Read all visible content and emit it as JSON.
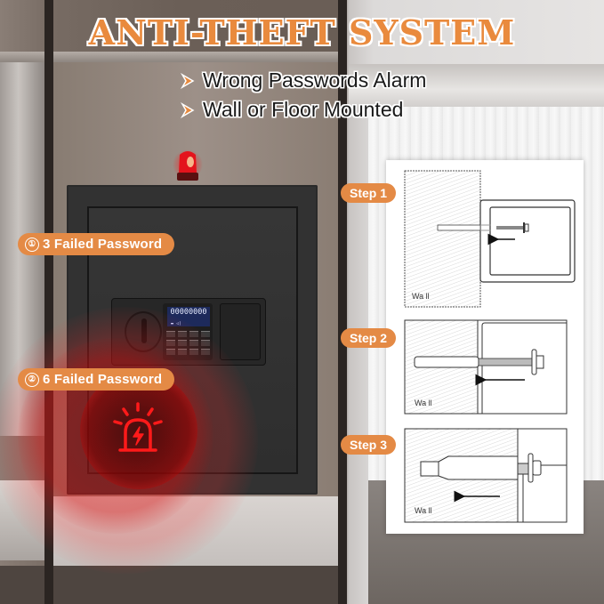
{
  "header": {
    "title": "ANTI-THEFT SYSTEM",
    "bullets": [
      {
        "icon": "chevron-right-icon",
        "text": "Wrong Passwords Alarm"
      },
      {
        "icon": "chevron-right-icon",
        "text": "Wall or Floor Mounted"
      }
    ]
  },
  "safe": {
    "lcd_display": "00000000",
    "alerts": [
      {
        "number": "①",
        "label": "3 Failed Password"
      },
      {
        "number": "②",
        "label": "6 Failed Password"
      }
    ],
    "alarm_icon": "siren-alarm-icon"
  },
  "installation": {
    "steps": [
      {
        "label": "Step 1",
        "wall_label": "Wa ll"
      },
      {
        "label": "Step 2",
        "wall_label": "Wa ll"
      },
      {
        "label": "Step 3",
        "wall_label": "Wa ll"
      }
    ]
  },
  "colors": {
    "accent_orange": "#e48a45",
    "title_orange": "#e98a3d",
    "alarm_red": "#ff1a1a",
    "safe_black": "#323232"
  }
}
